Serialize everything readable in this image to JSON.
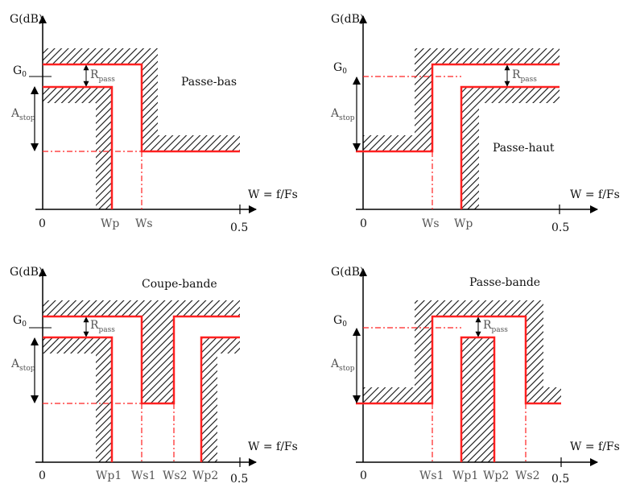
{
  "colors": {
    "template": "#ff2020",
    "axis": "#000000",
    "hatch": "#111111",
    "text": "#111111",
    "muted": "#555555"
  },
  "panels": [
    {
      "title": "Passe-bas",
      "y_axis_label": "G(dB)",
      "x_axis_label": "W = f/Fs",
      "g0_main": "G",
      "g0_sub": "0",
      "rpass_main": "R",
      "rpass_sub": "pass",
      "astop_main": "A",
      "astop_sub": "stop",
      "origin_label": "0",
      "end_label": "0.5",
      "freq_labels": [
        "Wp",
        "Ws"
      ]
    },
    {
      "title": "Passe-haut",
      "y_axis_label": "G(dB)",
      "x_axis_label": "W = f/Fs",
      "g0_main": "G",
      "g0_sub": "0",
      "rpass_main": "R",
      "rpass_sub": "pass",
      "astop_main": "A",
      "astop_sub": "stop",
      "origin_label": "0",
      "end_label": "0.5",
      "freq_labels": [
        "Ws",
        "Wp"
      ]
    },
    {
      "title": "Coupe-bande",
      "y_axis_label": "G(dB)",
      "x_axis_label": "W = f/Fs",
      "g0_main": "G",
      "g0_sub": "0",
      "rpass_main": "R",
      "rpass_sub": "pass",
      "astop_main": "A",
      "astop_sub": "stop",
      "origin_label": "0",
      "end_label": "0.5",
      "freq_labels": [
        "Wp1",
        "Ws1",
        "Ws2",
        "Wp2"
      ]
    },
    {
      "title": "Passe-bande",
      "y_axis_label": "G(dB)",
      "x_axis_label": "W = f/Fs",
      "g0_main": "G",
      "g0_sub": "0",
      "rpass_main": "R",
      "rpass_sub": "pass",
      "astop_main": "A",
      "astop_sub": "stop",
      "origin_label": "0",
      "end_label": "0.5",
      "freq_labels": [
        "Ws1",
        "Wp1",
        "Wp2",
        "Ws2"
      ]
    }
  ]
}
